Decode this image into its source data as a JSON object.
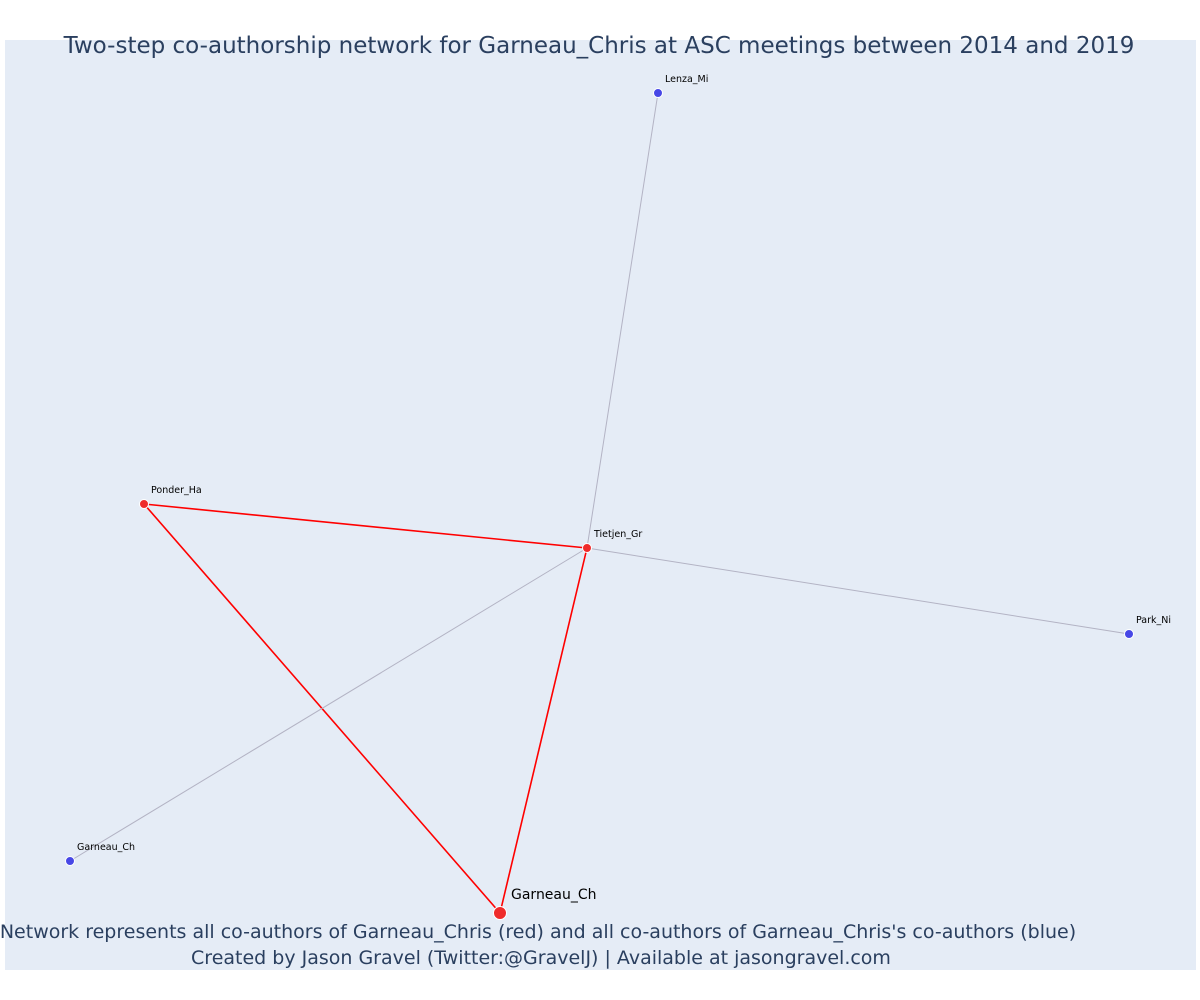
{
  "title": "Two-step co-authorship network for Garneau_Chris at ASC meetings between 2014 and 2019",
  "caption": {
    "line1": "Network represents all co-authors of Garneau_Chris (red) and all co-authors of Garneau_Chris's co-authors (blue)",
    "line2": "Created by Jason Gravel (Twitter:@GravelJ) | Available at jasongravel.com"
  },
  "colors": {
    "background": "#e5ecf6",
    "first_step": "#ef2b2b",
    "second_step": "#4747e6",
    "first_step_edge": "#ff0000",
    "second_step_edge": "#b3b3c4"
  },
  "nodes": [
    {
      "id": "ego",
      "label": "Garneau_Ch",
      "group": "first_step",
      "ego": true
    },
    {
      "id": "tietjen",
      "label": "Tietjen_Gr",
      "group": "first_step"
    },
    {
      "id": "ponder",
      "label": "Ponder_Ha",
      "group": "first_step"
    },
    {
      "id": "lenza",
      "label": "Lenza_Mi",
      "group": "second_step"
    },
    {
      "id": "park",
      "label": "Park_Ni",
      "group": "second_step"
    },
    {
      "id": "garneau2",
      "label": "Garneau_Ch",
      "group": "second_step"
    }
  ],
  "edges": [
    {
      "source": "ponder",
      "target": "tietjen",
      "group": "first_step"
    },
    {
      "source": "ponder",
      "target": "ego",
      "group": "first_step"
    },
    {
      "source": "tietjen",
      "target": "ego",
      "group": "first_step"
    },
    {
      "source": "tietjen",
      "target": "lenza",
      "group": "second_step"
    },
    {
      "source": "tietjen",
      "target": "park",
      "group": "second_step"
    },
    {
      "source": "tietjen",
      "target": "garneau2",
      "group": "second_step"
    }
  ]
}
